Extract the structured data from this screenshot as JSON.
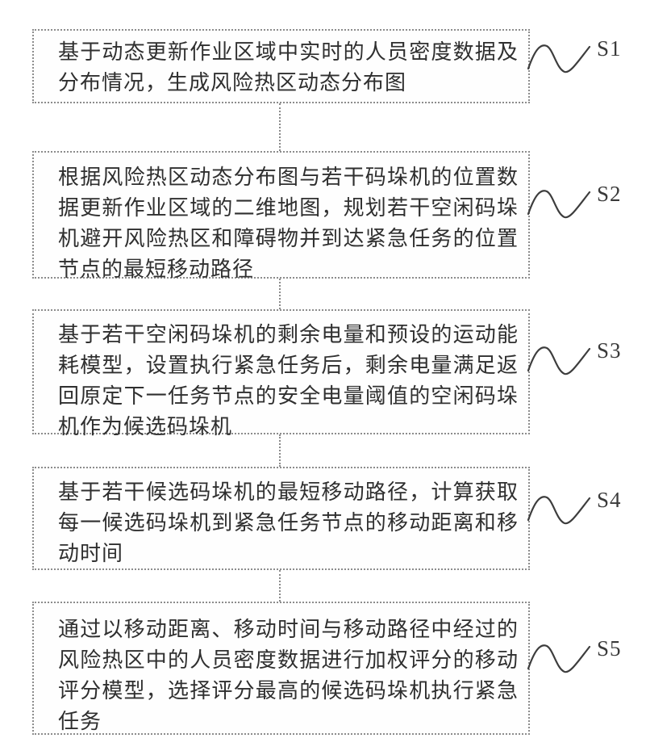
{
  "figure": {
    "kind": "patent-flowchart",
    "background_color": "#ffffff",
    "box_border_color": "#8c8c8c",
    "connector_color": "#8a8a8a",
    "ink_color": "#2f2f2f",
    "wave_color": "#3d3d3d"
  },
  "steps": [
    {
      "id": "S1",
      "text": "基于动态更新作业区域中实时的人员密度数据及分布情况，生成风险热区动态分布图"
    },
    {
      "id": "S2",
      "text": "根据风险热区动态分布图与若干码垛机的位置数据更新作业区域的二维地图，规划若干空闲码垛机避开风险热区和障碍物并到达紧急任务的位置节点的最短移动路径"
    },
    {
      "id": "S3",
      "text": "基于若干空闲码垛机的剩余电量和预设的运动能耗模型，设置执行紧急任务后，剩余电量满足返回原定下一任务节点的安全电量阈值的空闲码垛机作为候选码垛机"
    },
    {
      "id": "S4",
      "text": "基于若干候选码垛机的最短移动路径，计算获取每一候选码垛机到紧急任务节点的移动距离和移动时间"
    },
    {
      "id": "S5",
      "text": "通过以移动距离、移动时间与移动路径中经过的风险热区中的人员密度数据进行加权评分的移动评分模型，选择评分最高的候选码垛机执行紧急任务"
    }
  ]
}
